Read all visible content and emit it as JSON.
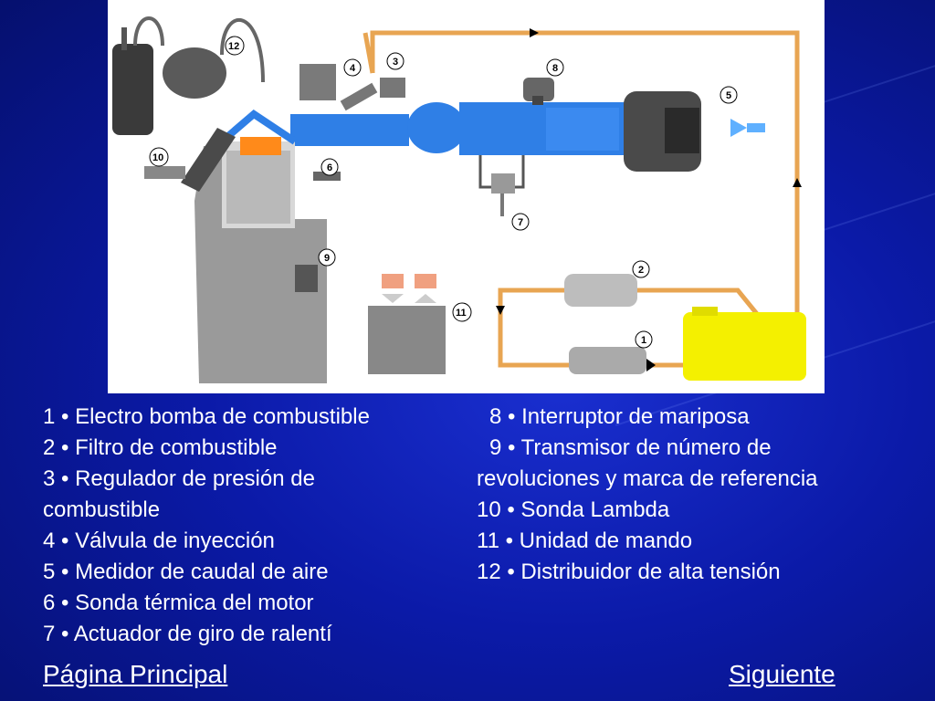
{
  "colors": {
    "background": "#0b1aa8",
    "air_duct": "#2f7fe6",
    "fuel_line": "#e8a552",
    "fuel_tank": "#f4f000",
    "engine_block": "#9a9a9a",
    "combustion": "#ff8a1a"
  },
  "figure": {
    "labels": [
      "1",
      "2",
      "3",
      "4",
      "5",
      "6",
      "7",
      "8",
      "9",
      "10",
      "11",
      "12"
    ]
  },
  "legend": {
    "left": [
      {
        "num": "1",
        "text": "1 • Electro bomba de combustible"
      },
      {
        "num": "2",
        "text": "2 • Filtro de combustible"
      },
      {
        "num": "3",
        "text": "3 • Regulador de presión de combustible"
      },
      {
        "num": "4",
        "text": "4 • Válvula de inyección"
      },
      {
        "num": "5",
        "text": "5 • Medidor de caudal de aire"
      },
      {
        "num": "6",
        "text": "6 • Sonda térmica del motor"
      },
      {
        "num": "7",
        "text": "7 • Actuador de giro de ralentí"
      }
    ],
    "right": [
      {
        "num": "8",
        "text": "8 • Interruptor de mariposa"
      },
      {
        "num": "9",
        "text": "9 • Transmisor de número de revoluciones y marca de referencia"
      },
      {
        "num": "10",
        "text": "10 • Sonda Lambda"
      },
      {
        "num": "11",
        "text": "11 • Unidad de mando"
      },
      {
        "num": "12",
        "text": "12 • Distribuidor de alta tensión"
      }
    ]
  },
  "nav": {
    "home": "Página Principal",
    "next": "Siguiente"
  }
}
